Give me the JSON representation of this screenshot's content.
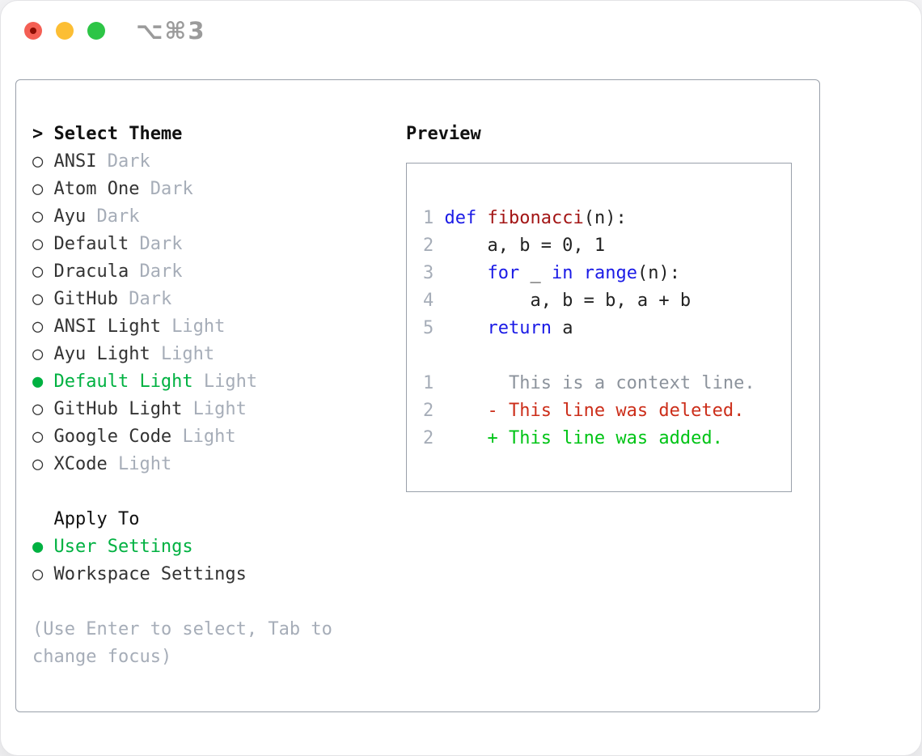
{
  "window": {
    "title_shortcut": "⌥⌘3",
    "traffic_lights": [
      "close",
      "minimize",
      "zoom"
    ]
  },
  "colors": {
    "header_text": "#111111",
    "item_text": "#333333",
    "muted": "#a6adb8",
    "selected_green": "#00b141",
    "panel_border": "#99a0aa",
    "keyword": "#1a1ae6",
    "function": "#a31515",
    "plain": "#222222",
    "context": "#8c939c",
    "deleted": "#cc2e1a",
    "added": "#00c416",
    "gutter": "#a6adb8",
    "light_red": "#f45f54",
    "light_yellow": "#fcbe34",
    "light_green": "#2dc546"
  },
  "glyphs": {
    "cursor": ">",
    "radio_selected": "●",
    "radio_unselected": "○"
  },
  "theme_panel": {
    "header_label": "Select Theme",
    "themes": [
      {
        "name": "ANSI",
        "variant": "Dark",
        "selected": false
      },
      {
        "name": "Atom One",
        "variant": "Dark",
        "selected": false
      },
      {
        "name": "Ayu",
        "variant": "Dark",
        "selected": false
      },
      {
        "name": "Default",
        "variant": "Dark",
        "selected": false
      },
      {
        "name": "Dracula",
        "variant": "Dark",
        "selected": false
      },
      {
        "name": "GitHub",
        "variant": "Dark",
        "selected": false
      },
      {
        "name": "ANSI Light",
        "variant": "Light",
        "selected": false
      },
      {
        "name": "Ayu Light",
        "variant": "Light",
        "selected": false
      },
      {
        "name": "Default Light",
        "variant": "Light",
        "selected": true
      },
      {
        "name": "GitHub Light",
        "variant": "Light",
        "selected": false
      },
      {
        "name": "Google Code",
        "variant": "Light",
        "selected": false
      },
      {
        "name": "XCode",
        "variant": "Light",
        "selected": false
      }
    ],
    "apply_to": {
      "label": "Apply To",
      "options": [
        {
          "label": "User Settings",
          "selected": true
        },
        {
          "label": "Workspace Settings",
          "selected": false
        }
      ]
    },
    "hint": "(Use Enter to select, Tab to change focus)"
  },
  "preview": {
    "label": "Preview",
    "code_lines": [
      {
        "num": "1",
        "segments": [
          {
            "t": "def",
            "c": "keyword"
          },
          {
            "t": " ",
            "c": "plain"
          },
          {
            "t": "fibonacci",
            "c": "function"
          },
          {
            "t": "(n):",
            "c": "plain"
          }
        ]
      },
      {
        "num": "2",
        "segments": [
          {
            "t": "    a, b = 0, 1",
            "c": "plain"
          }
        ]
      },
      {
        "num": "3",
        "segments": [
          {
            "t": "    ",
            "c": "plain"
          },
          {
            "t": "for",
            "c": "keyword"
          },
          {
            "t": " _ ",
            "c": "plain"
          },
          {
            "t": "in",
            "c": "keyword"
          },
          {
            "t": " ",
            "c": "plain"
          },
          {
            "t": "range",
            "c": "keyword"
          },
          {
            "t": "(n):",
            "c": "plain"
          }
        ]
      },
      {
        "num": "4",
        "segments": [
          {
            "t": "        a, b = b, a + b",
            "c": "plain"
          }
        ]
      },
      {
        "num": "5",
        "segments": [
          {
            "t": "    ",
            "c": "plain"
          },
          {
            "t": "return",
            "c": "keyword"
          },
          {
            "t": " a",
            "c": "plain"
          }
        ]
      },
      {
        "num": "",
        "segments": []
      },
      {
        "num": "1",
        "segments": [
          {
            "t": "      This is a context line.",
            "c": "context"
          }
        ]
      },
      {
        "num": "2",
        "segments": [
          {
            "t": "    - This line was deleted.",
            "c": "deleted"
          }
        ]
      },
      {
        "num": "2",
        "segments": [
          {
            "t": "    + This line was added.",
            "c": "added"
          }
        ]
      }
    ]
  }
}
